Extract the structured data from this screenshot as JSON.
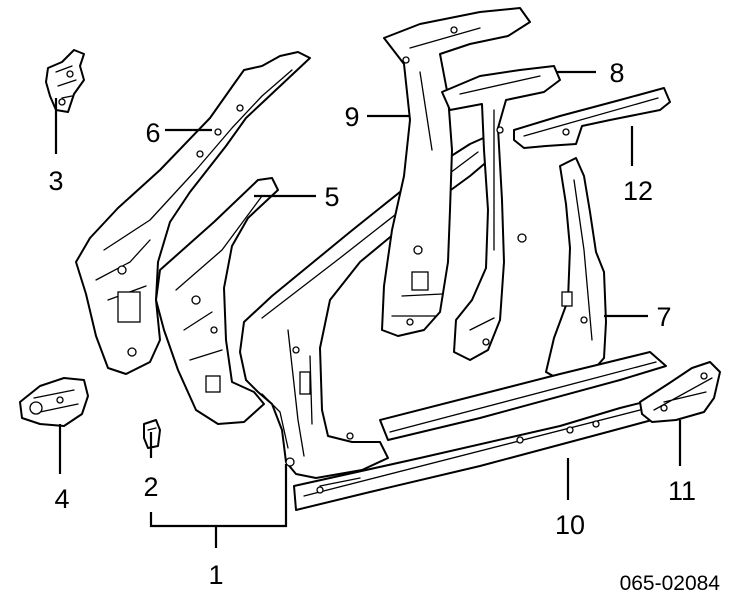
{
  "diagram": {
    "callouts": {
      "c1": "1",
      "c2": "2",
      "c3": "3",
      "c4": "4",
      "c5": "5",
      "c6": "6",
      "c7": "7",
      "c8": "8",
      "c9": "9",
      "c10": "10",
      "c11": "11",
      "c12": "12"
    },
    "diagram_code": "065-02084"
  }
}
